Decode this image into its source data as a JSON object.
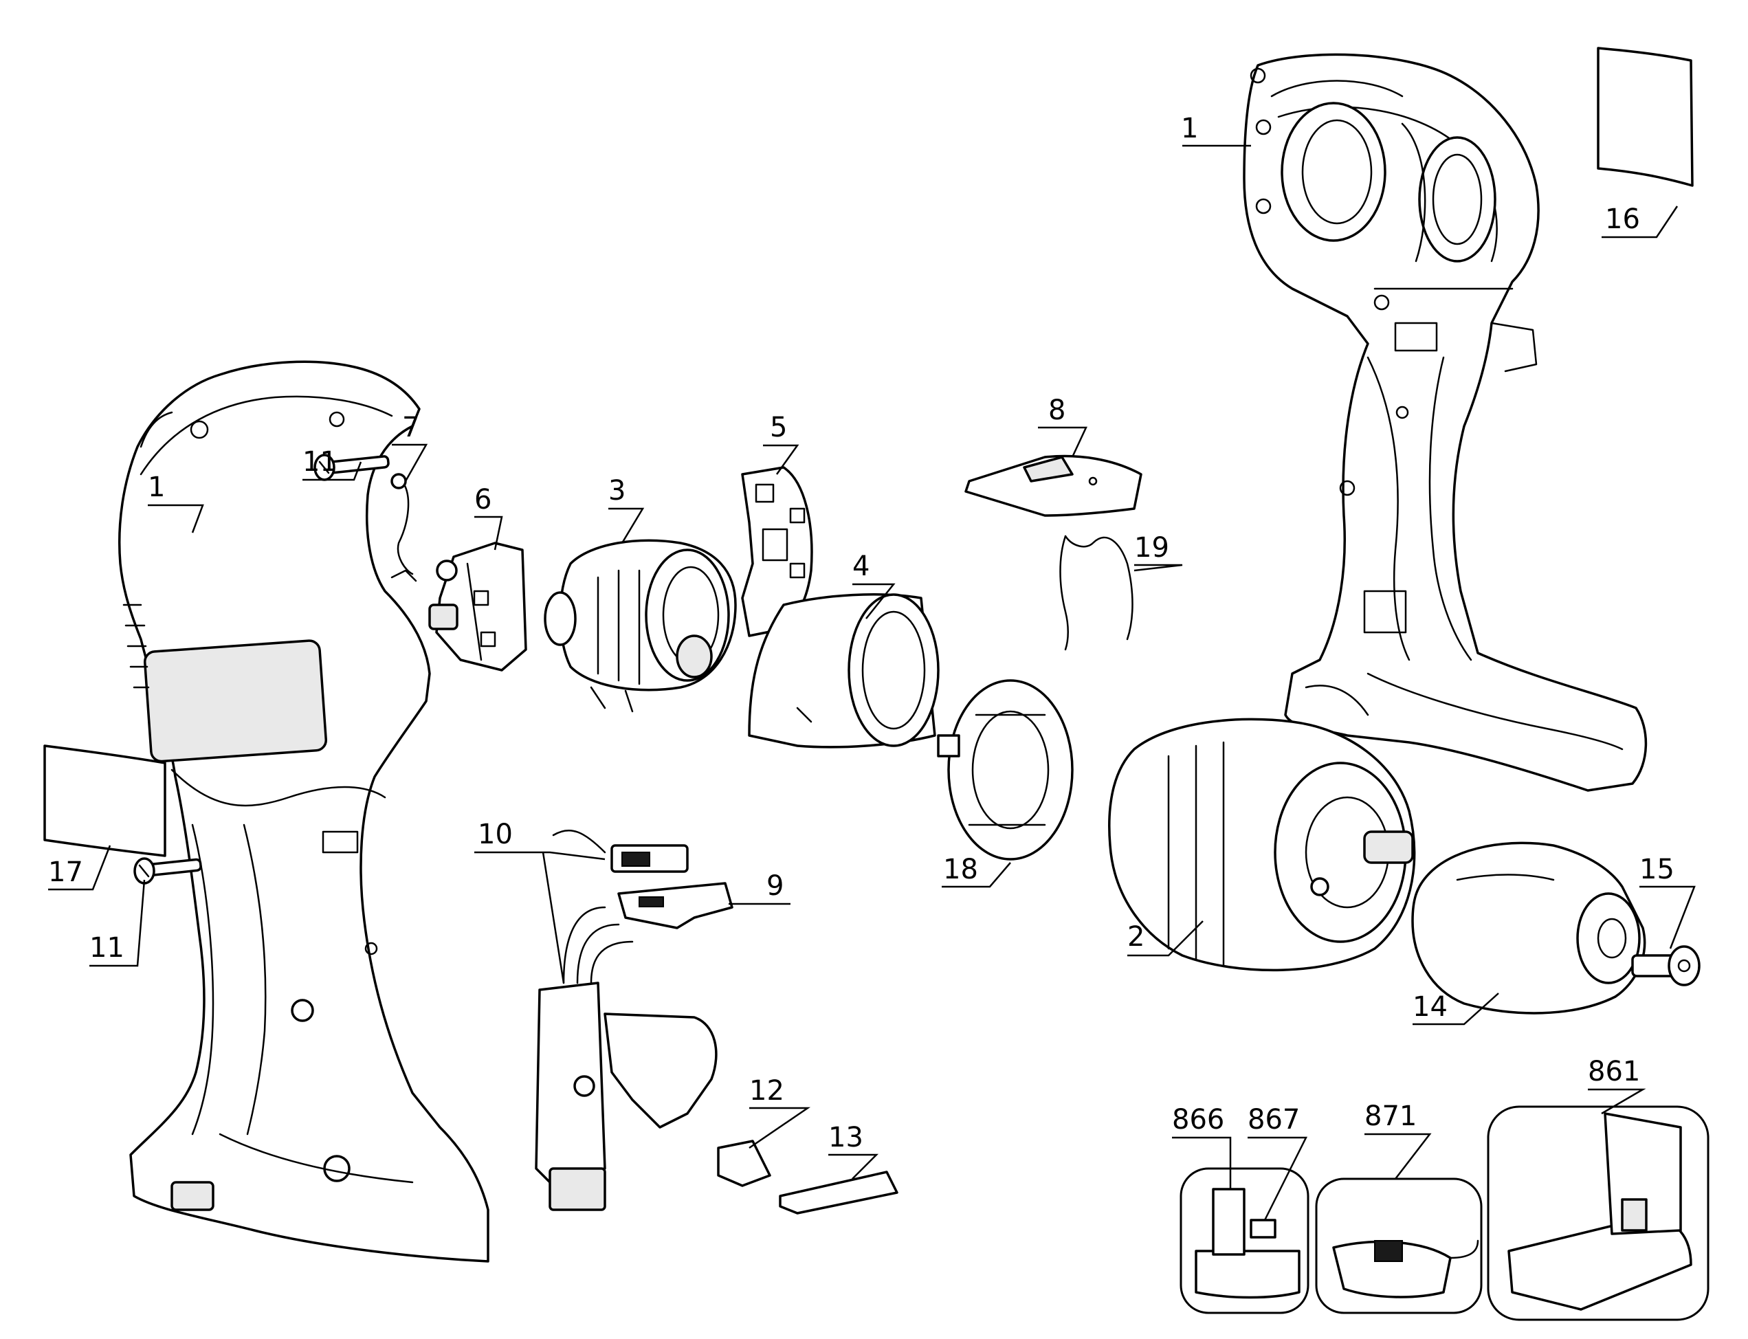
{
  "callouts": {
    "c1a": "1",
    "c1b": "1",
    "c2": "2",
    "c3": "3",
    "c4": "4",
    "c5": "5",
    "c6": "6",
    "c7": "7",
    "c8": "8",
    "c9": "9",
    "c10": "10",
    "c11a": "11",
    "c11b": "11",
    "c12": "12",
    "c13": "13",
    "c14": "14",
    "c15": "15",
    "c16": "16",
    "c17": "17",
    "c18": "18",
    "c19": "19",
    "c861": "861",
    "c866": "866",
    "c867": "867",
    "c871": "871"
  }
}
